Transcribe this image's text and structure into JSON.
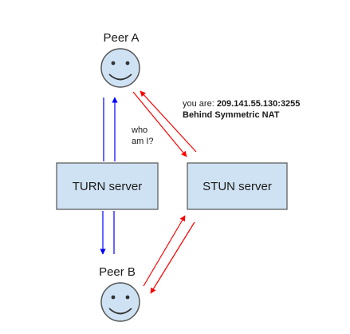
{
  "peer_a": {
    "label": "Peer A",
    "icon": "smiley-face-icon"
  },
  "peer_b": {
    "label": "Peer B",
    "icon": "smiley-face-icon"
  },
  "turn_server": {
    "label": "TURN server"
  },
  "stun_server": {
    "label": "STUN server"
  },
  "query": {
    "line1": "who",
    "line2": "am I?"
  },
  "response": {
    "prefix": "you are: ",
    "address": "209.141.55.130:3255",
    "nat_type": "Behind Symmetric NAT"
  },
  "colors": {
    "server_fill": "#cfe2f3",
    "face_fill": "#cfe2f3",
    "outline": "#555555",
    "turn_relay": "#0000ff",
    "stun_query": "#ff0000"
  }
}
